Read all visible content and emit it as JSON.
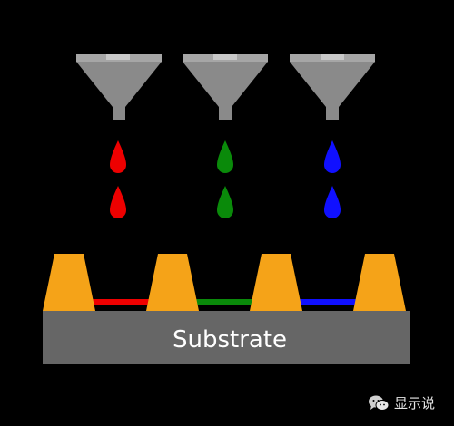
{
  "substrate": {
    "label": "Substrate",
    "color": "#666666"
  },
  "nozzles": [
    {
      "ink_name": "red",
      "ink_color": "#ee0000"
    },
    {
      "ink_name": "green",
      "ink_color": "#0a8a0a"
    },
    {
      "ink_name": "blue",
      "ink_color": "#1010ff"
    }
  ],
  "bank_color": "#f5a318",
  "nozzle_colors": {
    "body": "#8a8a8a",
    "rim": "#a6a6a6",
    "cap": "#c8c8c8"
  },
  "watermark": {
    "text": "显示说",
    "icon": "wechat-icon"
  }
}
